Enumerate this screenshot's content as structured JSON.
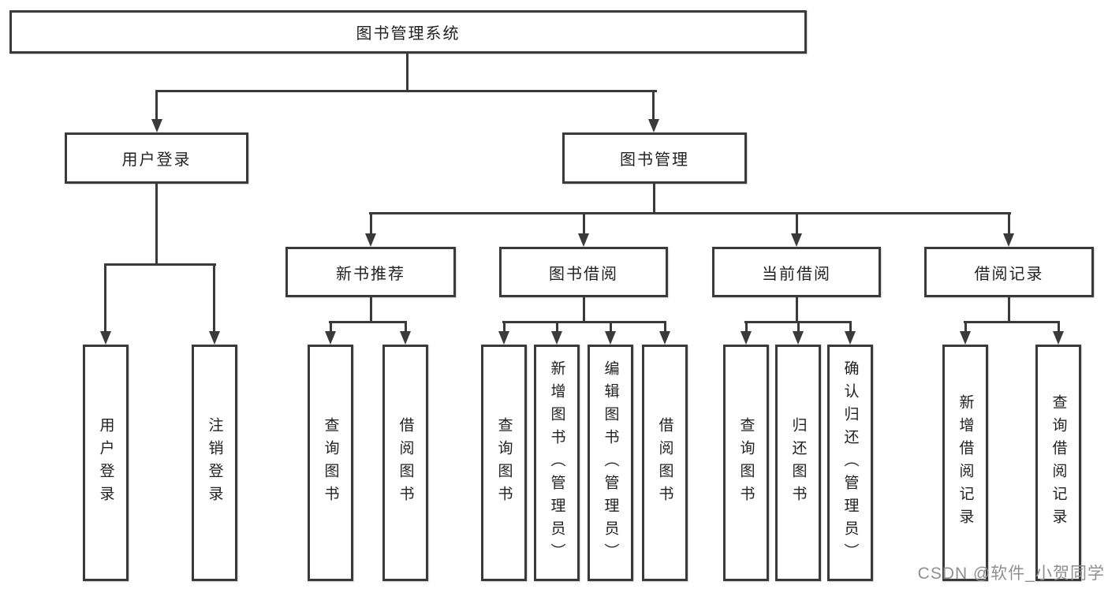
{
  "diagram": {
    "type": "hierarchy-tree",
    "title": "图书管理系统",
    "nodes": {
      "root": {
        "label": "图书管理系统"
      },
      "level2": [
        {
          "key": "user-login",
          "label": "用户登录",
          "parent": "root"
        },
        {
          "key": "book-management",
          "label": "图书管理",
          "parent": "root"
        }
      ],
      "level3": [
        {
          "key": "new-book-recommend",
          "label": "新书推荐",
          "parent": "book-management"
        },
        {
          "key": "book-borrow",
          "label": "图书借阅",
          "parent": "book-management"
        },
        {
          "key": "current-borrow",
          "label": "当前借阅",
          "parent": "book-management"
        },
        {
          "key": "borrow-records",
          "label": "借阅记录",
          "parent": "book-management"
        }
      ],
      "leaves": [
        {
          "key": "leaf-user-login",
          "label": "用户登录",
          "parent": "user-login"
        },
        {
          "key": "leaf-logout",
          "label": "注销登录",
          "parent": "user-login"
        },
        {
          "key": "leaf-rec-query-book",
          "label": "查询图书",
          "parent": "new-book-recommend"
        },
        {
          "key": "leaf-rec-borrow-book",
          "label": "借阅图书",
          "parent": "new-book-recommend"
        },
        {
          "key": "leaf-bb-query-book",
          "label": "查询图书",
          "parent": "book-borrow"
        },
        {
          "key": "leaf-bb-add-book",
          "label": "新增图书（管理员）",
          "parent": "book-borrow"
        },
        {
          "key": "leaf-bb-edit-book",
          "label": "编辑图书（管理员）",
          "parent": "book-borrow"
        },
        {
          "key": "leaf-bb-borrow-book",
          "label": "借阅图书",
          "parent": "book-borrow"
        },
        {
          "key": "leaf-cb-query-book",
          "label": "查询图书",
          "parent": "current-borrow"
        },
        {
          "key": "leaf-cb-return-book",
          "label": "归还图书",
          "parent": "current-borrow"
        },
        {
          "key": "leaf-cb-confirm-return",
          "label": "确认归还（管理员）",
          "parent": "current-borrow"
        },
        {
          "key": "leaf-br-add-record",
          "label": "新增借阅记录",
          "parent": "borrow-records"
        },
        {
          "key": "leaf-br-query-record",
          "label": "查询借阅记录",
          "parent": "borrow-records"
        }
      ]
    },
    "colors": {
      "line": "#3a3a3a",
      "box_border": "#3a3a3a",
      "text": "#222222",
      "background": "#ffffff",
      "watermark": "#8f8f8f"
    }
  },
  "watermark": {
    "text": "CSDN @软件_小贺同学"
  }
}
